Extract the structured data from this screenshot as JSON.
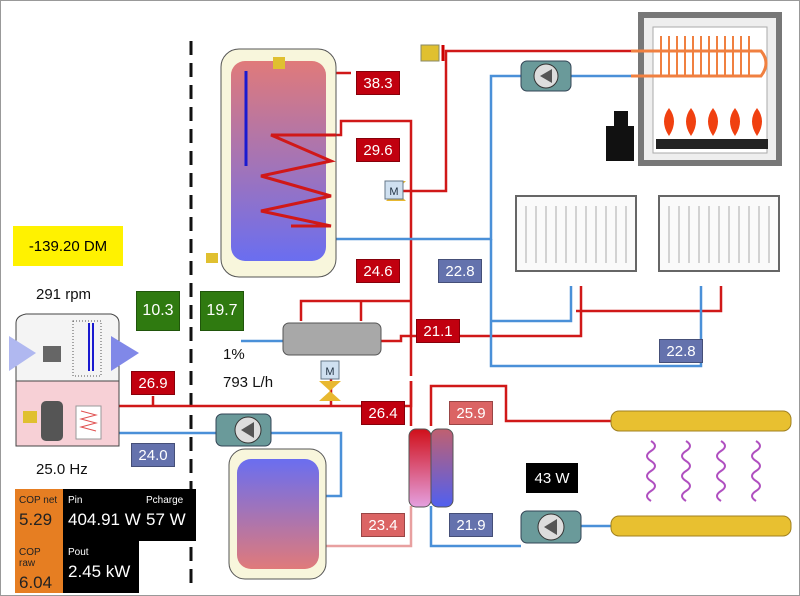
{
  "cost": "-139.20 DM",
  "fan_speed": "291 rpm",
  "compressor_freq": "25.0 Hz",
  "green_values": [
    "10.3",
    "19.7"
  ],
  "valve_percent": "1%",
  "flow_rate": "793 L/h",
  "pump_power": "43 W",
  "temperatures": {
    "dhw_top": "38.3",
    "coil_in": "29.6",
    "coil_out": "24.6",
    "radiator_return": "22.8",
    "separator_out": "21.1",
    "radiator_return_2": "22.8",
    "hp_flow": "26.9",
    "hp_return": "24.0",
    "hx_primary_in": "26.4",
    "hx_secondary_out": "25.9",
    "hx_primary_out": "23.4",
    "hx_secondary_in": "21.9"
  },
  "stats": {
    "cop_net_label": "COP net",
    "cop_net": "5.29",
    "cop_raw_label": "COP raw",
    "cop_raw": "6.04",
    "pin_label": "Pin",
    "pin": "404.91 W",
    "pcharge_label": "Pcharge",
    "pcharge": "57 W",
    "pout_label": "Pout",
    "pout": "2.45 kW"
  },
  "colors": {
    "hot": "#c1000f",
    "warm": "#db6464",
    "cold": "#6472ad",
    "green": "#2f7a10",
    "cop": "#e67e22"
  }
}
